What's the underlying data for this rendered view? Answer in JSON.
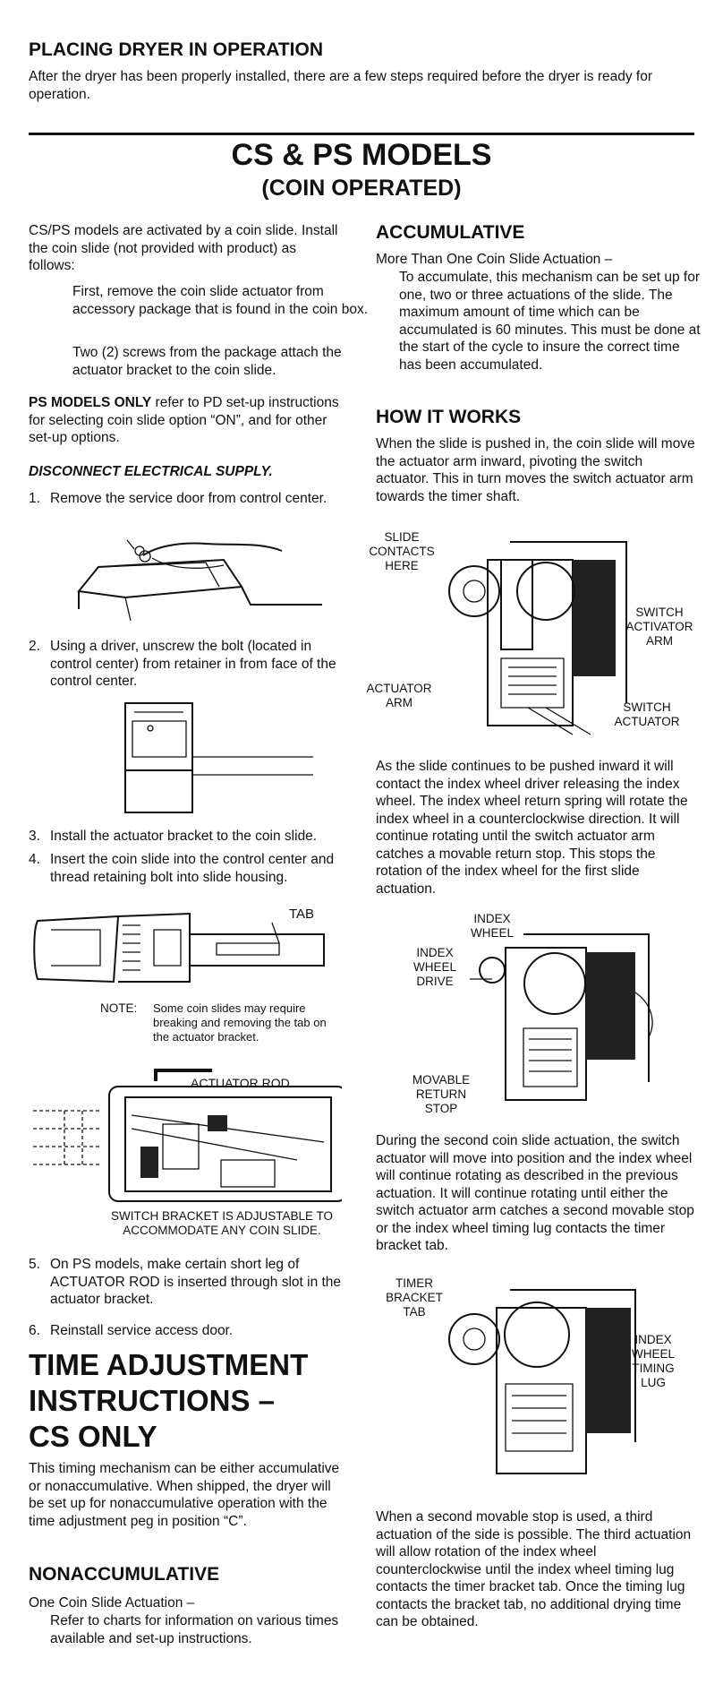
{
  "placing": {
    "heading": "PLACING DRYER IN OPERATION",
    "text": "After the dryer has been properly installed, there are a few steps required before the dryer is ready for operation."
  },
  "models": {
    "title": "CS & PS MODELS",
    "subtitle": "(COIN OPERATED)",
    "intro": "CS/PS models are activated by a coin slide. Install the coin slide (not provided with product) as follows:",
    "indent1": "First, remove the coin slide actuator from accessory package that is found in the coin box.",
    "indent2": "Two (2) screws from the package attach the actuator bracket to the coin slide.",
    "ps_bold": "PS MODELS ONLY",
    "ps_rest": " refer to PD set-up instructions for selecting coin slide option “ON”, and for other set-up options.",
    "disconnect": "DISCONNECT ELECTRICAL SUPPLY.",
    "steps": [
      {
        "n": "1.",
        "text": "Remove the service door from control center."
      },
      {
        "n": "2.",
        "text": "Using a driver, unscrew the bolt (located in control center) from retainer in from face of the control center."
      },
      {
        "n": "3.",
        "text": "Install the actuator bracket to the coin slide."
      },
      {
        "n": "4.",
        "text": "Insert the coin slide into the control center and thread retaining bolt into slide housing."
      },
      {
        "n": "5.",
        "text": "On PS models, make certain short leg of ACTUATOR ROD is inserted through slot in the actuator bracket."
      },
      {
        "n": "6.",
        "text": "Reinstall service access door."
      }
    ],
    "fig_tab": "TAB",
    "note_label": "NOTE:",
    "note_text": "Some coin slides may require breaking and removing the tab on the actuator bracket.",
    "fig_actuator_rod": "ACTUATOR ROD",
    "fig_switch_bracket": "SWITCH BRACKET IS ADJUSTABLE TO ACCOMMODATE ANY COIN SLIDE."
  },
  "time": {
    "heading": "TIME ADJUSTMENT INSTRUCTIONS – CS ONLY",
    "text": "This timing mechanism can be either accumulative or nonaccumulative. When shipped, the dryer will be set up for nonaccumulative operation with the time adjustment peg in position “C”.",
    "nonacc_heading": "NONACCUMULATIVE",
    "nonacc_line": "One Coin Slide Actuation –",
    "nonacc_text": "Refer to charts for information on various times available and set-up instructions."
  },
  "accumulative": {
    "heading": "ACCUMULATIVE",
    "line": "More Than One Coin Slide Actuation –",
    "text": "To accumulate, this mechanism can be set up for one, two or three actuations of the slide. The maximum amount of time which can be accumulated is 60 minutes. This must be done at the start of the cycle to insure the correct time has been accumulated."
  },
  "how": {
    "heading": "HOW IT WORKS",
    "p1": "When the slide is pushed in, the coin slide will move the actuator arm inward, pivoting the switch actuator. This in turn moves the switch actuator arm towards the timer shaft.",
    "fig1": {
      "slide_contacts": "SLIDE CONTACTS HERE",
      "switch_activator_arm": "SWITCH ACTIVATOR ARM",
      "actuator_arm": "ACTUATOR ARM",
      "switch_actuator": "SWITCH ACTUATOR"
    },
    "p2": "As the slide continues to be pushed inward it will contact the index wheel driver releasing the index wheel. The index wheel return spring will rotate the index wheel in a counterclockwise direction. It will continue rotating until the switch actuator arm catches a movable return stop. This stops the rotation of the index wheel for the first slide actuation.",
    "fig2": {
      "index_wheel": "INDEX WHEEL",
      "index_wheel_drive": "INDEX WHEEL DRIVE",
      "movable_return_stop": "MOVABLE RETURN STOP"
    },
    "p3": "During the second coin slide actuation, the switch actuator will move into position and the index wheel will continue rotating as described in the previous actuation. It will continue rotating until either the switch actuator arm catches a second movable stop or the index wheel timing lug contacts the timer bracket tab.",
    "fig3": {
      "timer_bracket_tab": "TIMER BRACKET TAB",
      "index_wheel_timing_lug": "INDEX WHEEL TIMING LUG"
    },
    "p4": "When a second movable stop is used, a third actuation of the side is possible. The third actuation will allow rotation of the index wheel counterclockwise until the index wheel timing lug contacts the timer bracket tab. Once the timing lug contacts the bracket tab, no additional drying time can be obtained."
  }
}
